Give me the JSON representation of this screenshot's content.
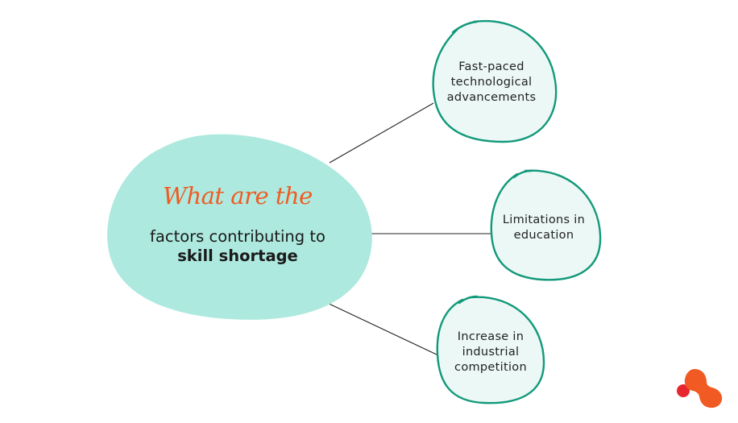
{
  "diagram": {
    "type": "mind-map",
    "center": {
      "script_line": "What are the",
      "line1": "factors contributing to",
      "line2": "skill shortage"
    },
    "nodes": [
      {
        "lines": [
          "Fast-paced",
          "technological",
          "advancements"
        ]
      },
      {
        "lines": [
          "Limitations in",
          "education"
        ]
      },
      {
        "lines": [
          "Increase in",
          "industrial",
          "competition"
        ]
      }
    ]
  },
  "colors": {
    "center_fill": "#ade9de",
    "node_fill": "#ecf8f6",
    "node_stroke": "#12997a",
    "script_text": "#f15a22",
    "body_text": "#1a1a1a",
    "connector": "#222222",
    "logo_orange": "#f15a22",
    "logo_red": "#e8262f"
  },
  "logo": {
    "icon": "brand-logo-icon"
  }
}
